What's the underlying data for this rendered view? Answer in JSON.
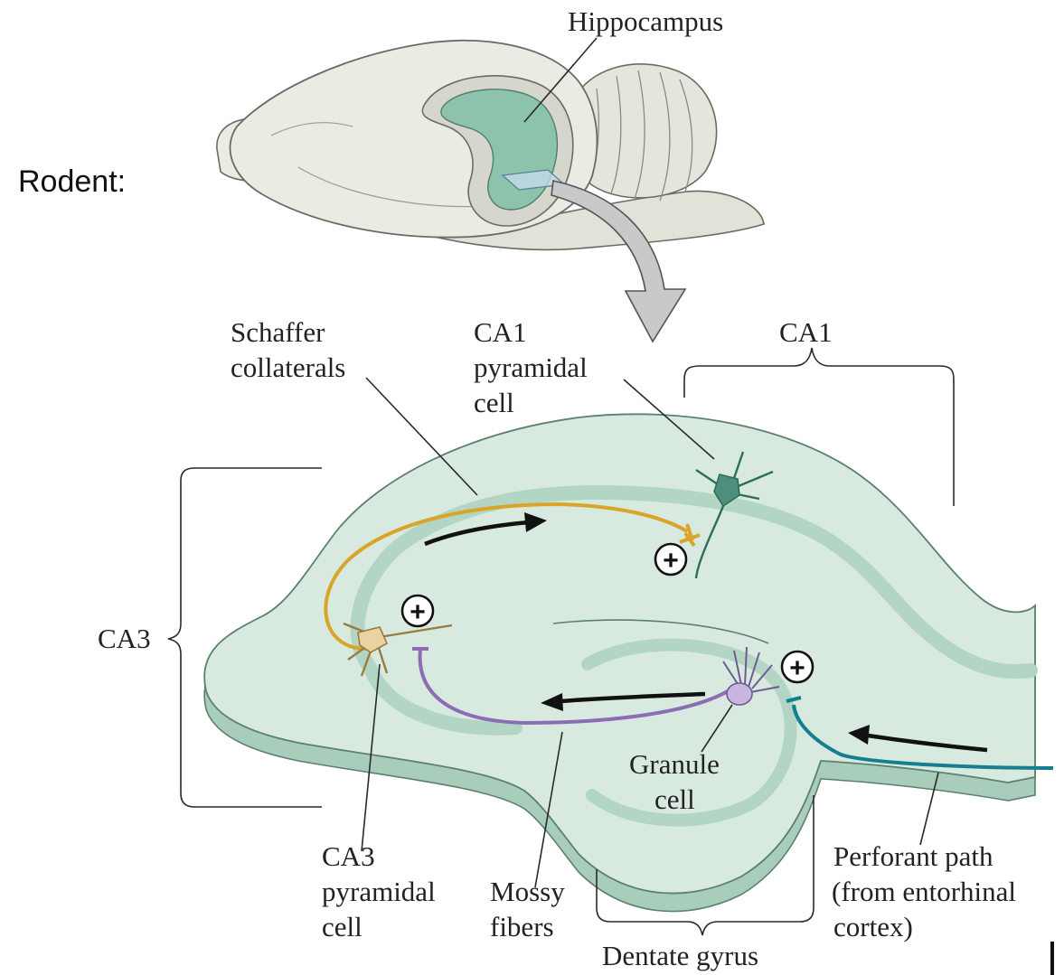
{
  "labels": {
    "rodent": "Rodent:",
    "hippocampus": "Hippocampus",
    "schaffer": [
      "Schaffer",
      "collaterals"
    ],
    "ca1_cell": [
      "CA1",
      "pyramidal",
      "cell"
    ],
    "ca1_region": "CA1",
    "ca3_region": "CA3",
    "ca3_cell": [
      "CA3",
      "pyramidal",
      "cell"
    ],
    "mossy": [
      "Mossy",
      "fibers"
    ],
    "granule": [
      "Granule",
      "cell"
    ],
    "perforant": [
      "Perforant path",
      "(from entorhinal",
      "cortex)"
    ],
    "dentate": "Dentate gyrus",
    "plus": "+"
  },
  "colors": {
    "tissue": "#d8eadf",
    "tissue_edge": "#aecfbe",
    "cell_layer": "#b3d6c4",
    "schaffer": "#d8a52a",
    "mossy": "#8c6cb3",
    "perforant": "#157f8f",
    "ca1_cell": "#4b8f7c",
    "ca3_cell": "#e9d3a4",
    "granule_cell": "#c8b6df",
    "brain": "#ecebe3",
    "hippo_brain": "#8dc2ac",
    "arrow_gray": "#c9c9c9"
  }
}
